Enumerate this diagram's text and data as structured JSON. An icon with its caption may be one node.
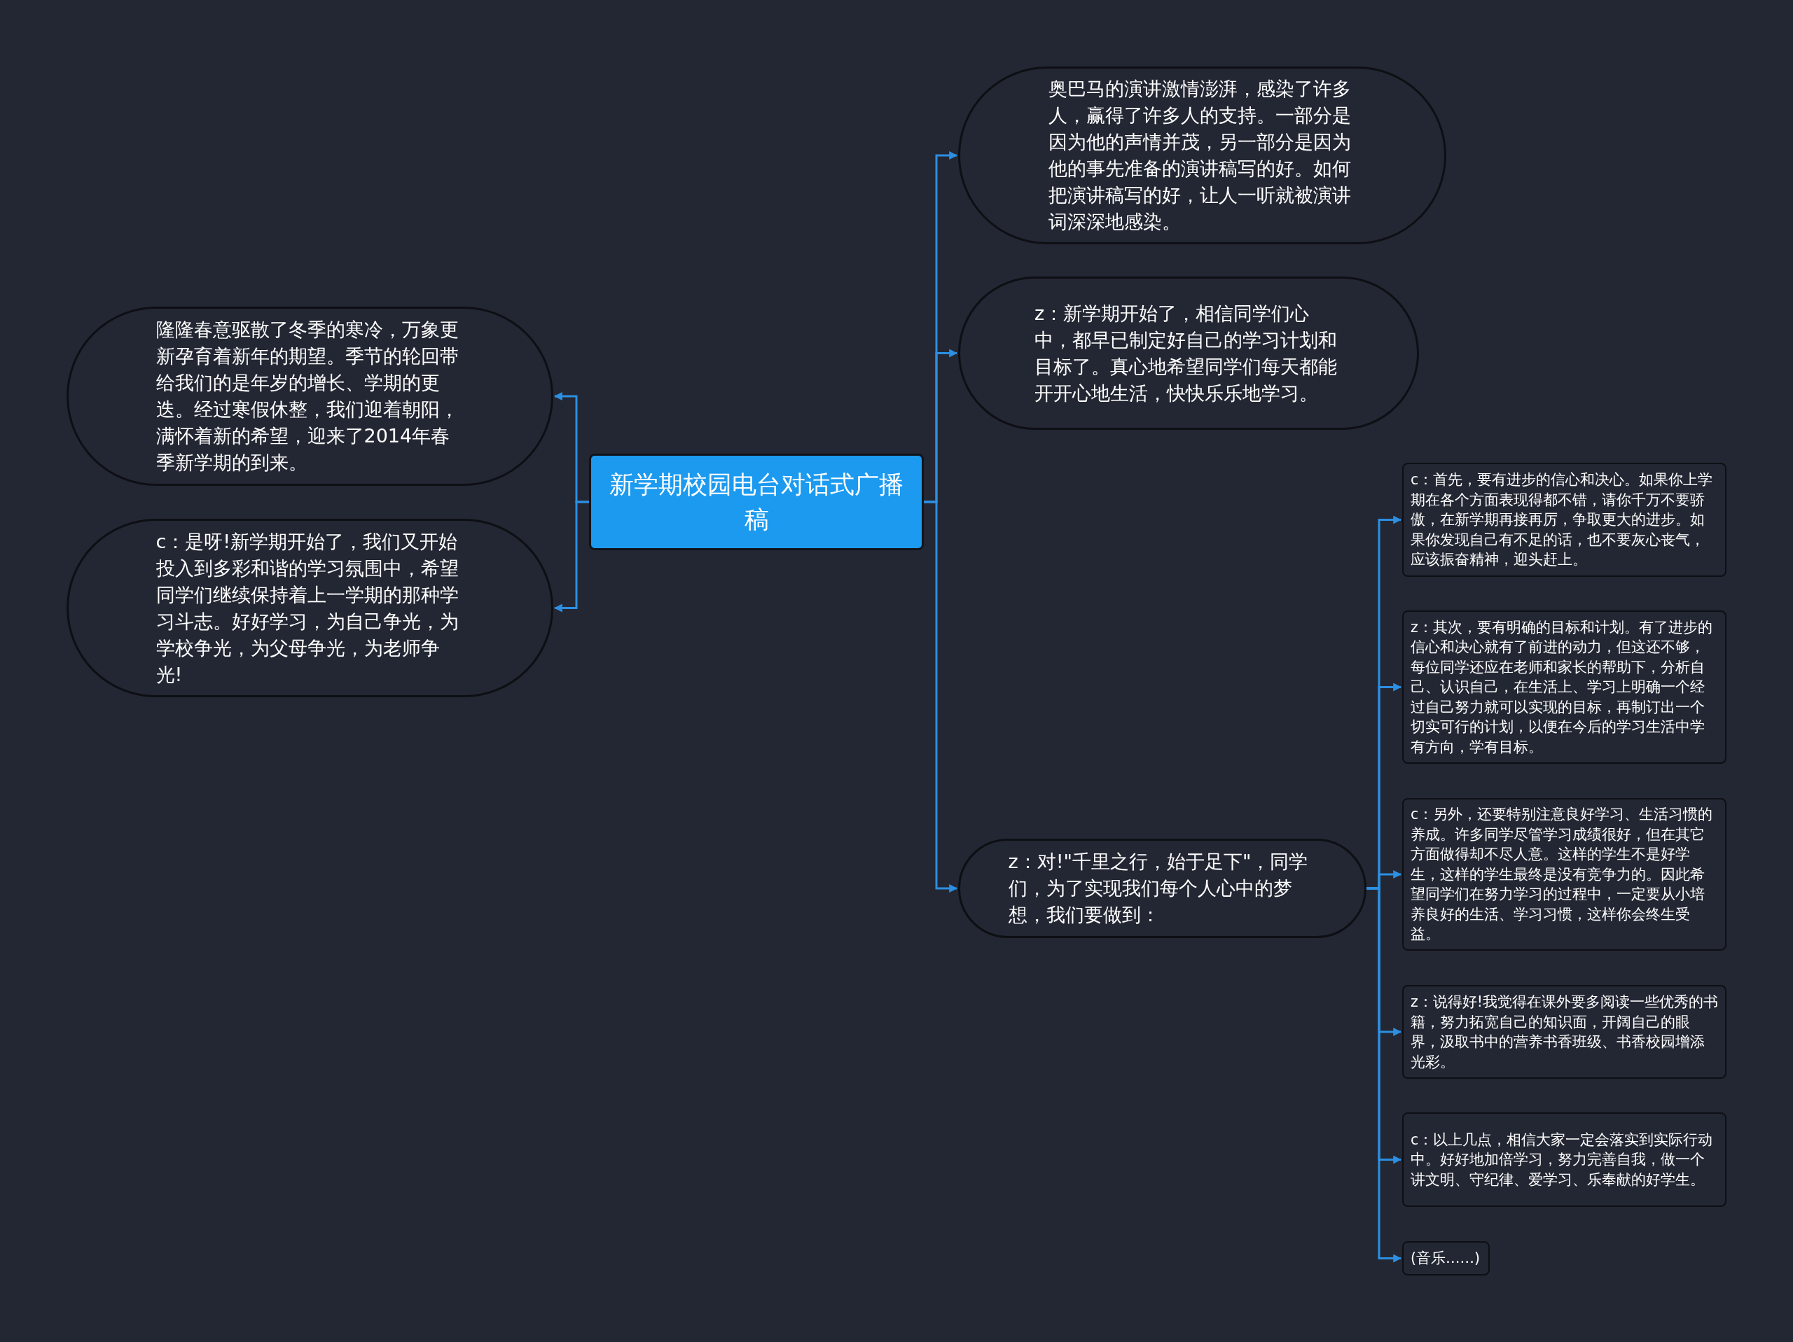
{
  "diagram": {
    "nodes": [
      {
        "text": [
          "新学期校园电台对话式广播稿"
        ]
      },
      {
        "text": [
          "隆隆春意驱散了冬季的寒冷，万象更新孕育着新年的期望。季节的轮回带给我们的是年岁的增长、学期的更迭。经过寒假休整，我们迎着朝阳，满怀着新的希望，迎来了2014年春季新学期的到来。"
        ]
      },
      {
        "text": [
          "c：是呀!新学期开始了，我们又开始投入到多彩和谐的学习氛围中，希望同学们继续保持着上一学期的那种学习斗志。好好学习，为自己争光，为学校争光，为父母争光，为老师争光!"
        ]
      },
      {
        "text": [
          "奥巴马的演讲激情澎湃，感染了许多人，赢得了许多人的支持。一部分是因为他的声情并茂，另一部分是因为他的事先准备的演讲稿写的好。如何把演讲稿写的好，让人一听就被演讲词深深地感染。"
        ]
      },
      {
        "text": [
          "z：新学期开始了，相信同学们心中，都早已制定好自己的学习计划和目标了。真心地希望同学们每天都能开开心地生活，快快乐乐地学习。"
        ]
      },
      {
        "text": [
          "z：对!\"千里之行，始于足下\"，同学们，为了实现我们每个人心中的梦想，我们要做到："
        ]
      },
      {
        "text": [
          "c：首先，要有进步的信心和决心。如果你上学期在各个方面表现得都不错，请你千万不要骄傲，在新学期再接再厉，争取更大的进步。如果你发现自己有不足的话，也不要灰心丧气，应该振奋精神，迎头赶上。"
        ]
      },
      {
        "text": [
          "z：其次，要有明确的目标和计划。有了进步的信心和决心就有了前进的动力，但这还不够，每位同学还应在老师和家长的帮助下，分析自己、认识自己，在生活上、学习上明确一个经过自己努力就可以实现的目标，再制订出一个切实可行的计划，以便在今后的学习生活中学有方向，学有目标。"
        ]
      },
      {
        "text": [
          "c：另外，还要特别注意良好学习、生活习惯的养成。许多同学尽管学习成绩很好，但在其它方面做得却不尽人意。这样的学生不是好学生，这样的学生最终是没有竞争力的。因此希望同学们在努力学习的过程中，一定要从小培养良好的生活、学习习惯，这样你会终生受益。"
        ]
      },
      {
        "text": [
          "z：说得好!我觉得在课外要多阅读一些优秀的书籍，努力拓宽自己的知识面，开阔自己的眼界，汲取书中的营养书香班级、书香校园增添光彩。"
        ]
      },
      {
        "text": [
          "c：以上几点，相信大家一定会落实到实际行动中。好好地加倍学习，努力完善自我，做一个讲文明、守纪律、爱学习、乐奉献的好学生。"
        ]
      },
      {
        "text": [
          "(音乐……)"
        ]
      }
    ],
    "edges": [
      {
        "from": 0,
        "to": 1,
        "arrow": "to"
      },
      {
        "from": 0,
        "to": 2,
        "arrow": "to"
      },
      {
        "from": 0,
        "to": 3,
        "arrow": "to"
      },
      {
        "from": 0,
        "to": 4,
        "arrow": "to"
      },
      {
        "from": 0,
        "to": 5,
        "arrow": "to"
      },
      {
        "from": 5,
        "to": 6,
        "arrow": "to"
      },
      {
        "from": 5,
        "to": 7,
        "arrow": "to"
      },
      {
        "from": 5,
        "to": 8,
        "arrow": "to"
      },
      {
        "from": 5,
        "to": 9,
        "arrow": "to"
      },
      {
        "from": 5,
        "to": 10,
        "arrow": "to"
      },
      {
        "from": 5,
        "to": 11,
        "arrow": "to"
      }
    ]
  }
}
